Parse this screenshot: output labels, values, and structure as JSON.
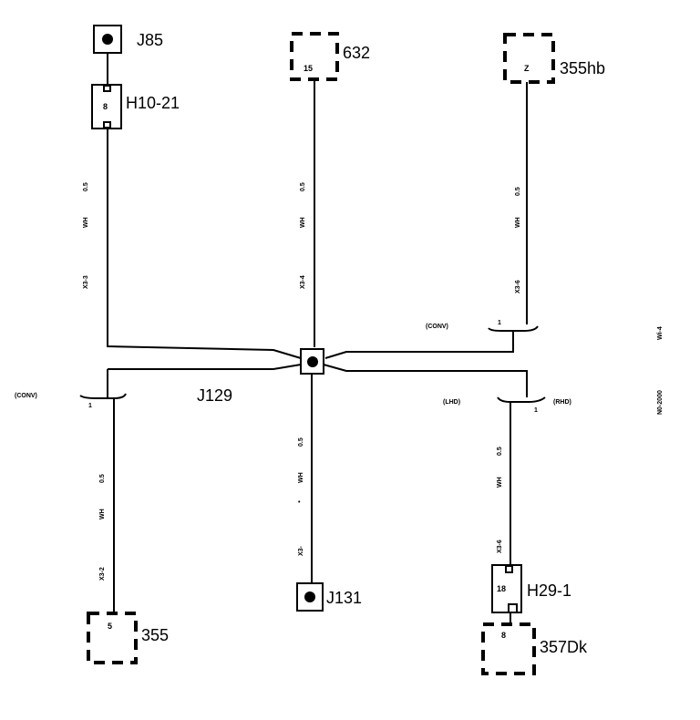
{
  "components": {
    "j85": "J85",
    "h10_21": "H10-21",
    "h10_21_pin": "8",
    "c632": "632",
    "c632_pin": "15",
    "c355hb": "355hb",
    "c355hb_pin": "Z",
    "j129": "J129",
    "c355": "355",
    "c355_pin": "5",
    "j131": "J131",
    "h29_1": "H29-1",
    "h29_1_pin": "18",
    "c357dk": "357Dk",
    "c357dk_pin": "8"
  },
  "wires": {
    "wire1": {
      "size": "0.5",
      "color": "WH",
      "code": "X3-3"
    },
    "wire2": {
      "size": "0.5",
      "color": "WH",
      "code": "X3-4"
    },
    "wire3": {
      "size": "0.5",
      "color": "WH",
      "code": "X3-6"
    },
    "wire4": {
      "size": "0.5",
      "color": "WH",
      "code": "X3-2"
    },
    "wire5": {
      "size": "0.5",
      "color": "WH",
      "code": "X3-"
    },
    "wire6": {
      "size": "0.5",
      "color": "WH",
      "code": "X3-6"
    }
  },
  "options": {
    "conv_right": "(CONV)",
    "conv_left": "(CONV)",
    "lhd": "(LHD)",
    "rhd": "(RHD)",
    "splice_pin": "1",
    "dot": "•"
  },
  "margin": {
    "ref_top": "Wi-4",
    "ref_bottom": "N0-2000"
  }
}
